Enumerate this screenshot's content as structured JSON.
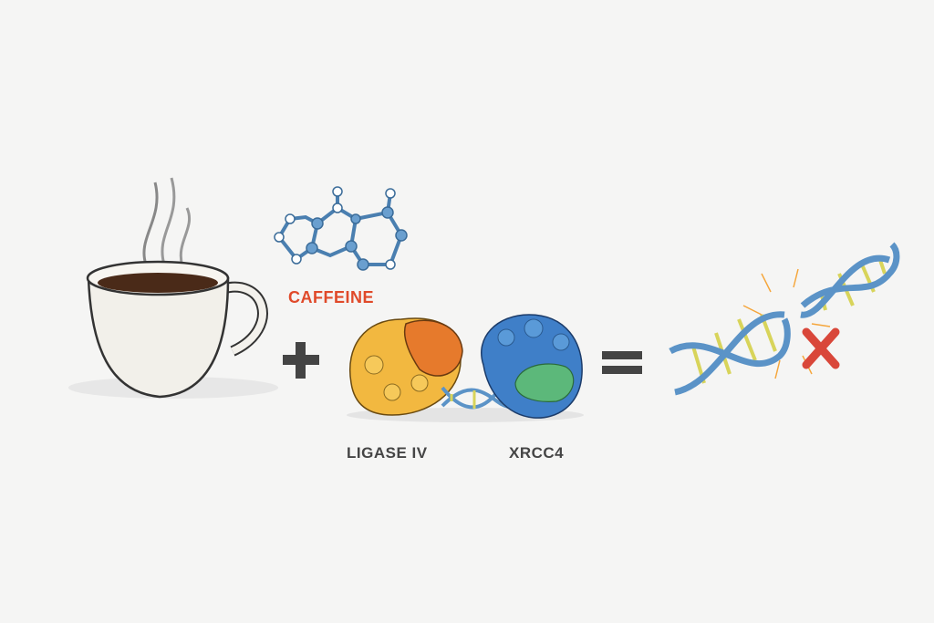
{
  "labels": {
    "caffeine": "CAFFEINE",
    "ligase": "LIGASE IV",
    "xrcc4": "XRCC4"
  },
  "operators": {
    "plus": "+",
    "equals": "="
  },
  "colors": {
    "caffeine_label": "#e04a2a",
    "protein_label": "#454545",
    "ligase": "#f0b43a",
    "ligase_dark": "#e0702a",
    "xrcc4": "#3f7fc8",
    "xrcc4_green": "#5cb87a",
    "dna_backbone": "#5b93c7",
    "dna_rungs": "#d8d45a",
    "x_mark": "#d9473a"
  },
  "icons": [
    "coffee-cup-icon",
    "caffeine-molecule-icon",
    "ligase-protein-icon",
    "xrcc4-protein-icon",
    "broken-dna-icon",
    "x-mark-icon"
  ]
}
